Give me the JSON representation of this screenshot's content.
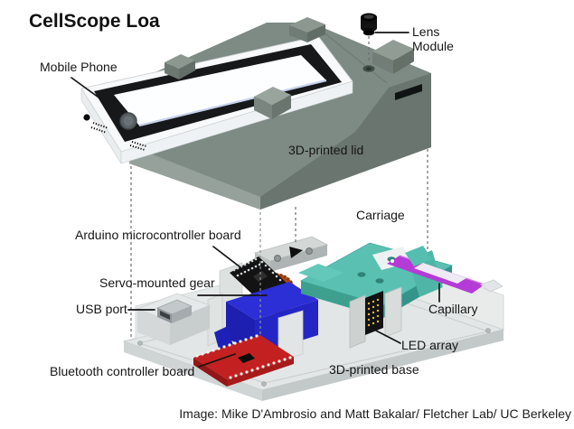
{
  "title": "CellScope Loa",
  "caption": "Image: Mike D'Ambrosio and Matt Bakalar/ Fletcher Lab/ UC Berkeley",
  "labels": {
    "mobile_phone": "Mobile Phone",
    "lens_module_line1": "Lens",
    "lens_module_line2": "Module",
    "printed_lid": "3D-printed lid",
    "carriage": "Carriage",
    "arduino_board": "Arduino microcontroller board",
    "servo_gear": "Servo-mounted gear",
    "usb_port": "USB port",
    "bluetooth_board": "Bluetooth controller board",
    "capillary": "Capillary",
    "led_array": "LED array",
    "printed_base": "3D-printed base"
  },
  "colors": {
    "lid_gray": "#7e8a84",
    "base_white": "#e3e6e6",
    "servo_blue": "#2c2fd6",
    "bluetooth_red": "#c32121",
    "gear_orange": "#b04a12",
    "carriage_teal": "#5ac1b2",
    "capillary_purple": "#b43bd6",
    "led_yellow": "#e2bd35",
    "phone_bezel_black": "#17181a",
    "label_text": "#161616"
  }
}
